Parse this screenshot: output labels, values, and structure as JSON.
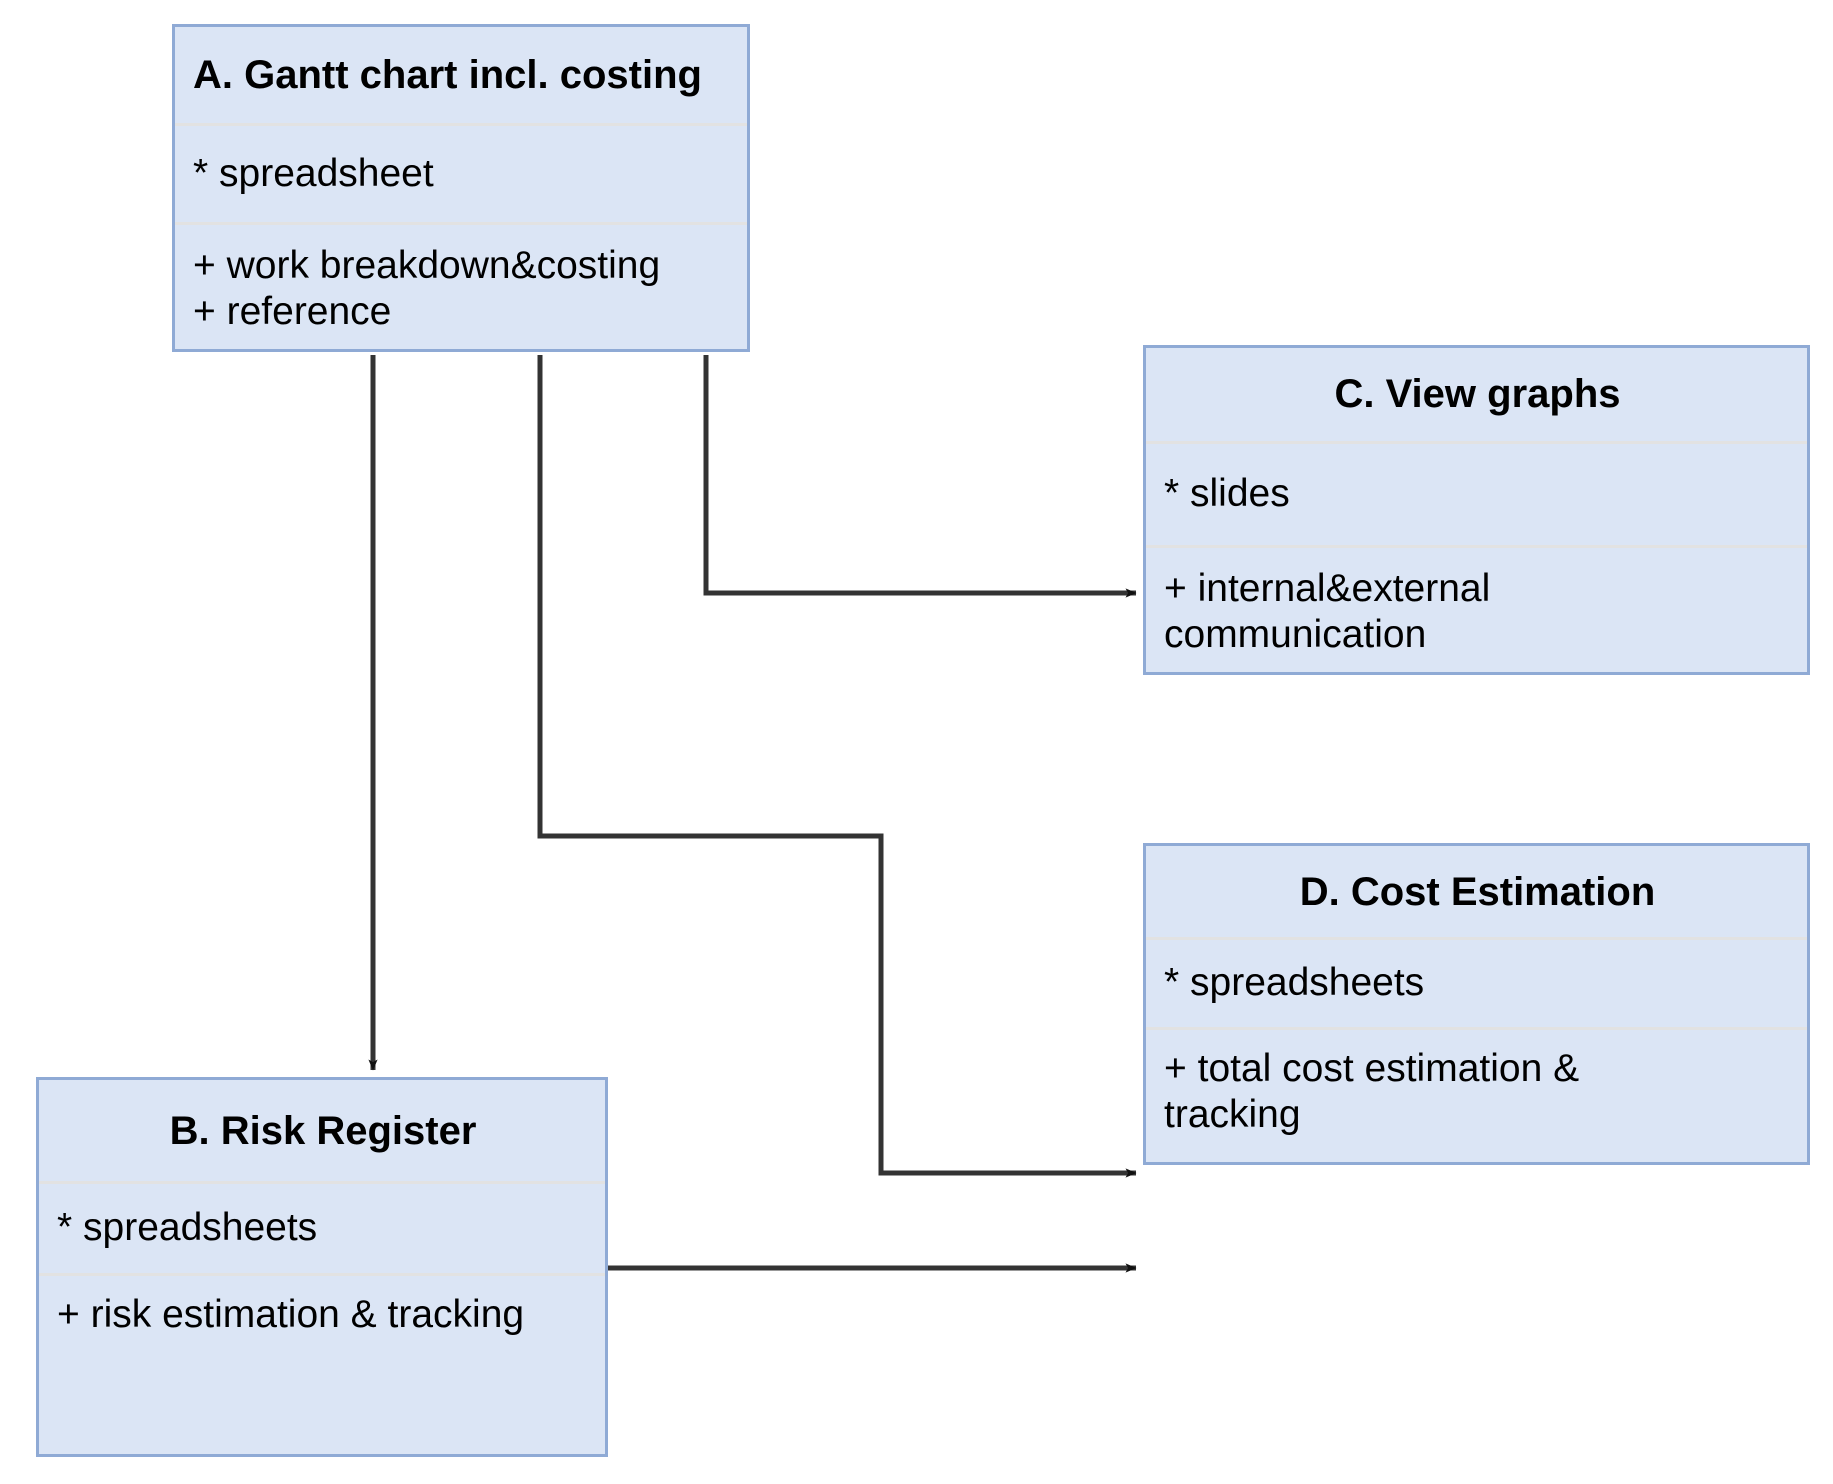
{
  "diagram": {
    "type": "uml-component-diagram",
    "background_color": "#ffffff",
    "box_fill_color": "#dbe5f5",
    "box_border_color": "#8faad5",
    "divider_color": "#e2e2e2",
    "connector_color": "#333333",
    "boxes": [
      {
        "id": "A",
        "title": "A. Gantt chart incl. costing",
        "title_align": "left",
        "stereotype": "* spreadsheet",
        "features": "+ work breakdown&costing\n+ reference"
      },
      {
        "id": "C",
        "title": "C. View graphs",
        "title_align": "center",
        "stereotype": "* slides",
        "features": "+ internal&external\ncommunication"
      },
      {
        "id": "B",
        "title": "B. Risk Register",
        "title_align": "center",
        "stereotype": "* spreadsheets",
        "features": "+ risk estimation & tracking"
      },
      {
        "id": "D",
        "title": "D. Cost Estimation",
        "title_align": "center",
        "stereotype": "* spreadsheets",
        "features": "+ total cost estimation &\ntracking"
      }
    ],
    "connectors": [
      {
        "id": "a-to-b",
        "from": "A",
        "to": "B",
        "label": ""
      },
      {
        "id": "a-to-d",
        "from": "A",
        "to": "D",
        "label": ""
      },
      {
        "id": "a-to-c",
        "from": "A",
        "to": "C",
        "label": ""
      },
      {
        "id": "b-to-d",
        "from": "B",
        "to": "D",
        "label": ""
      }
    ]
  }
}
